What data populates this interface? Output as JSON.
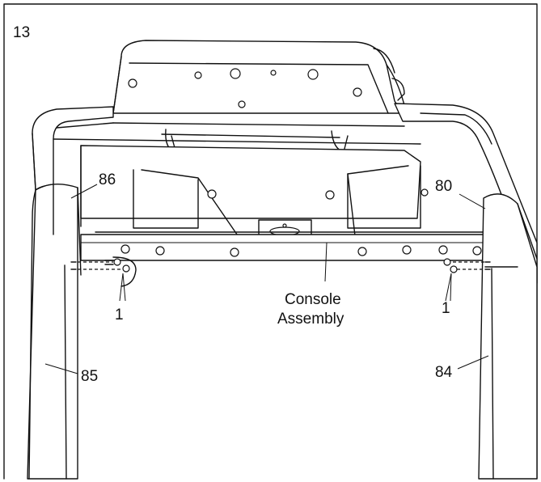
{
  "step_number": "13",
  "labels": {
    "part_86": "86",
    "part_80": "80",
    "bolt_left": "1",
    "bolt_right": "1",
    "console_line1": "Console",
    "console_line2": "Assembly",
    "upright_left": "85",
    "upright_right": "84"
  }
}
